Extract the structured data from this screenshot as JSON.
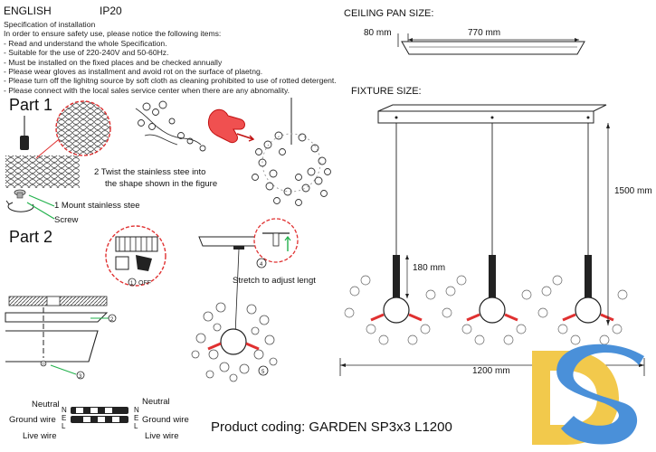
{
  "header": {
    "language": "ENGLISH",
    "ip_rating": "IP20",
    "spec_title": "Specification of installation",
    "spec_lines": [
      "In order to ensure safety use, please notice the following items:",
      "- Read and understand the whole Specification.",
      "- Suitable for the use of 220-240V and 50-60Hz.",
      "- Must be installed on the fixed places and be checked annually",
      "- Please wear gloves as installment and avoid rot on the surface of plaetng.",
      "- Please turn off the lighitng source by soft cloth as cleaning prohibited to use of rotted detergent.",
      "- Please connect with the local sales service center when there are any abnomality."
    ]
  },
  "part1": {
    "title": "Part 1",
    "step2": [
      "2 Twist  the  stainless  stee  into",
      "the shape shown in the figure"
    ],
    "step1": "1 Mount stainless stee",
    "screw": "Screw"
  },
  "part2": {
    "title": "Part 2",
    "off_label": "OFF",
    "off_number": "1",
    "stretch": "Stretch to adjust lengt",
    "markers": [
      "2",
      "3",
      "4",
      "5"
    ]
  },
  "wiring": {
    "left": [
      "Neutral",
      "Ground wire",
      "Live wire"
    ],
    "right": [
      "Neutral",
      "Ground wire",
      "Live wire"
    ],
    "letters": [
      "N",
      "E",
      "L"
    ]
  },
  "ceiling": {
    "title": "CEILING PAN  SIZE:",
    "height": "80 mm",
    "length": "770 mm"
  },
  "fixture": {
    "title": "FIXTURE SIZE:",
    "total_height": "1500 mm",
    "body_height": "180 mm",
    "width": "1200 mm"
  },
  "product": {
    "coding": "Product coding: GARDEN SP3x3 L1200"
  },
  "logo": {
    "letters": "DS",
    "color_d": "#f2c94c",
    "color_s": "#4a90d9"
  },
  "colors": {
    "callout": "#e03030",
    "leader": "#22b14c"
  }
}
